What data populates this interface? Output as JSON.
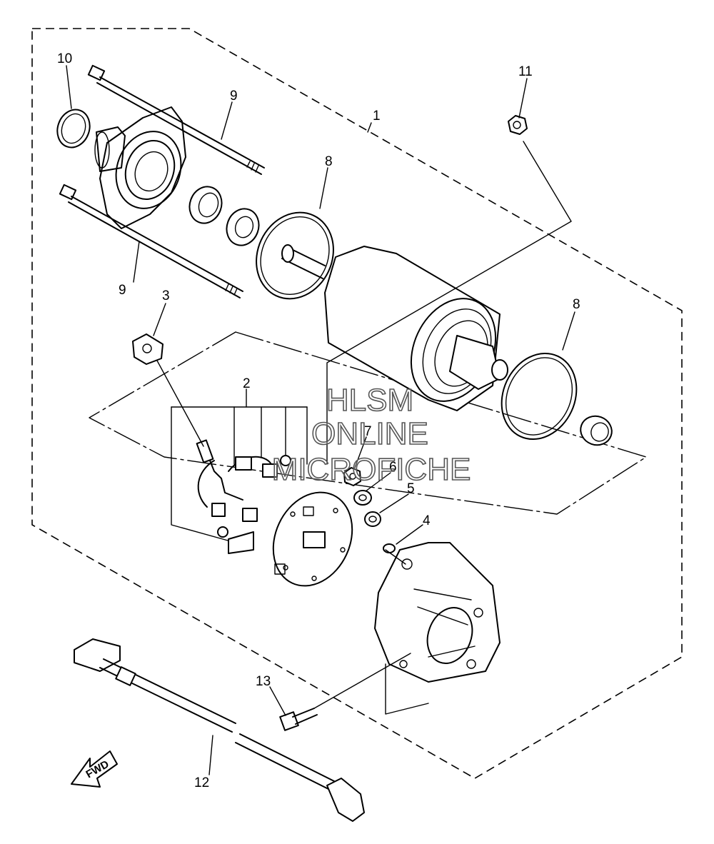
{
  "callouts": [
    {
      "id": "c1",
      "label": "1"
    },
    {
      "id": "c2",
      "label": "2"
    },
    {
      "id": "c3",
      "label": "3"
    },
    {
      "id": "c4",
      "label": "4"
    },
    {
      "id": "c5",
      "label": "5"
    },
    {
      "id": "c6",
      "label": "6"
    },
    {
      "id": "c7",
      "label": "7"
    },
    {
      "id": "c8a",
      "label": "8"
    },
    {
      "id": "c8b",
      "label": "8"
    },
    {
      "id": "c9a",
      "label": "9"
    },
    {
      "id": "c9b",
      "label": "9"
    },
    {
      "id": "c10",
      "label": "10"
    },
    {
      "id": "c11",
      "label": "11"
    },
    {
      "id": "c12",
      "label": "12"
    },
    {
      "id": "c13",
      "label": "13"
    }
  ],
  "watermark": {
    "line1": "HLSM",
    "line2": "ONLINE",
    "line3": "MICROFICHE"
  },
  "fwd_label": "FWD"
}
